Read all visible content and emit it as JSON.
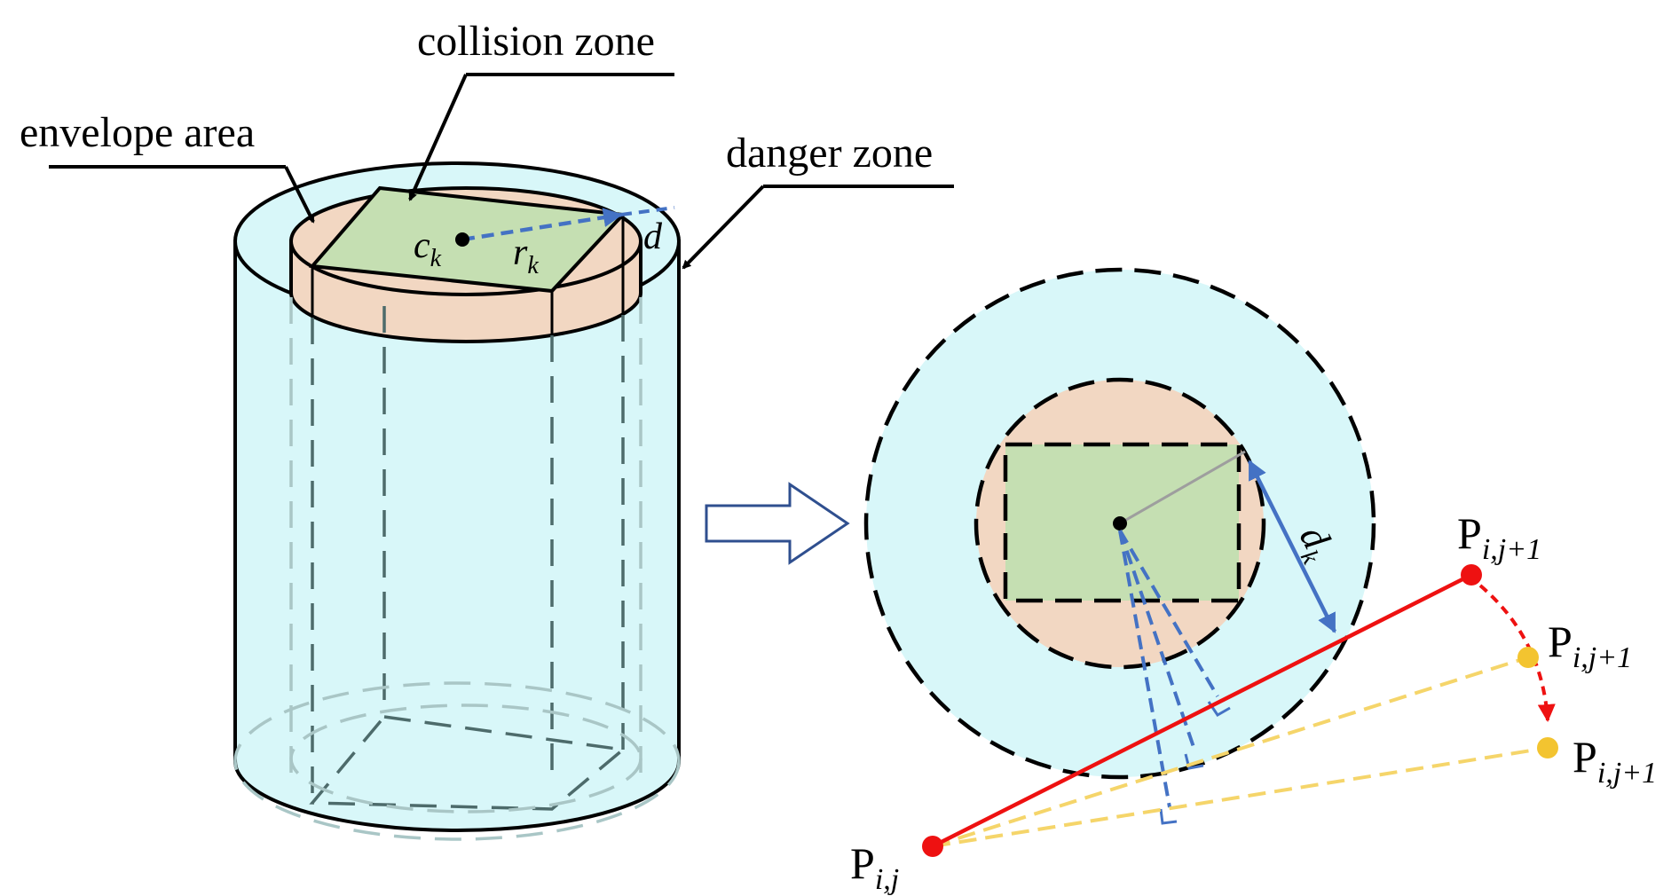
{
  "labels": {
    "collision_zone": "collision zone",
    "envelope_area": "envelope area",
    "danger_zone": "danger zone",
    "center": {
      "base": "c",
      "sub": "k"
    },
    "radius": {
      "base": "r",
      "sub": "k"
    },
    "margin": "d",
    "distance": {
      "base": "d",
      "sub": "k"
    }
  },
  "points": {
    "start": {
      "base": "P",
      "sub": "i,j"
    },
    "next": {
      "base": "P",
      "sub": "i,j+1"
    }
  },
  "colors": {
    "danger_fill": "#d8f7f9",
    "envelope_fill": "#f2d7c2",
    "collision_fill": "#c5dfb2",
    "arrow_blue": "#4472c4",
    "path_red": "#ee1111",
    "candidate_yellow": "#f3c430",
    "dashed_yellow": "#f5d56a"
  }
}
